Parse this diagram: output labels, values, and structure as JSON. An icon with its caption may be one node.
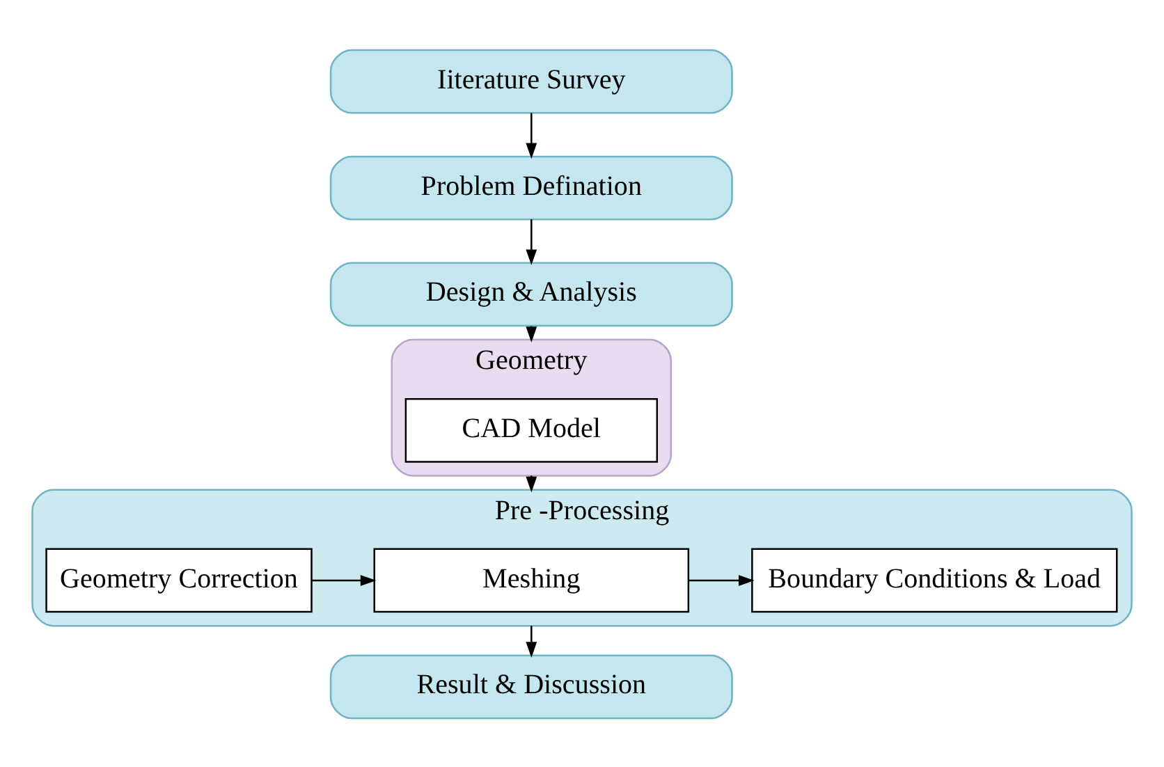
{
  "diagram": {
    "nodes": [
      {
        "text": [
          "Iiterature Survey"
        ]
      },
      {
        "text": [
          "Problem Defination"
        ]
      },
      {
        "text": [
          "Design & Analysis"
        ]
      },
      {
        "text": [
          "Geometry"
        ]
      },
      {
        "text": [
          "CAD Model"
        ],
        "in": 3
      },
      {
        "text": [
          "Pre -Processing"
        ]
      },
      {
        "text": [
          "Geometry Correction"
        ],
        "in": 5
      },
      {
        "text": [
          "Meshing"
        ],
        "in": 5
      },
      {
        "text": [
          "Boundary Conditions & Load"
        ],
        "in": 5
      },
      {
        "text": [
          "Result & Discussion"
        ]
      }
    ],
    "edges": [
      {
        "from": 0,
        "to": 1,
        "arrow": "to"
      },
      {
        "from": 1,
        "to": 2,
        "arrow": "to"
      },
      {
        "from": 2,
        "to": 3,
        "arrow": "to"
      },
      {
        "from": 3,
        "to": 5,
        "arrow": "to"
      },
      {
        "from": 6,
        "to": 7,
        "arrow": "to"
      },
      {
        "from": 7,
        "to": 8,
        "arrow": "to"
      },
      {
        "from": 5,
        "to": 9,
        "arrow": "to"
      }
    ]
  }
}
